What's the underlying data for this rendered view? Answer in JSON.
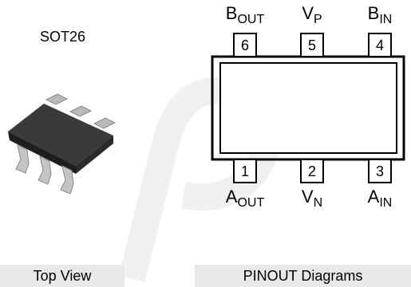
{
  "package": {
    "name": "SOT26"
  },
  "captions": {
    "left": "Top View",
    "right": "PINOUT Diagrams"
  },
  "pins": {
    "top": [
      {
        "number": "6",
        "name": "B",
        "sub": "OUT"
      },
      {
        "number": "5",
        "name": "V",
        "sub": "P"
      },
      {
        "number": "4",
        "name": "B",
        "sub": "IN"
      }
    ],
    "bottom": [
      {
        "number": "1",
        "name": "A",
        "sub": "OUT"
      },
      {
        "number": "2",
        "name": "V",
        "sub": "N"
      },
      {
        "number": "3",
        "name": "A",
        "sub": "IN"
      }
    ]
  }
}
